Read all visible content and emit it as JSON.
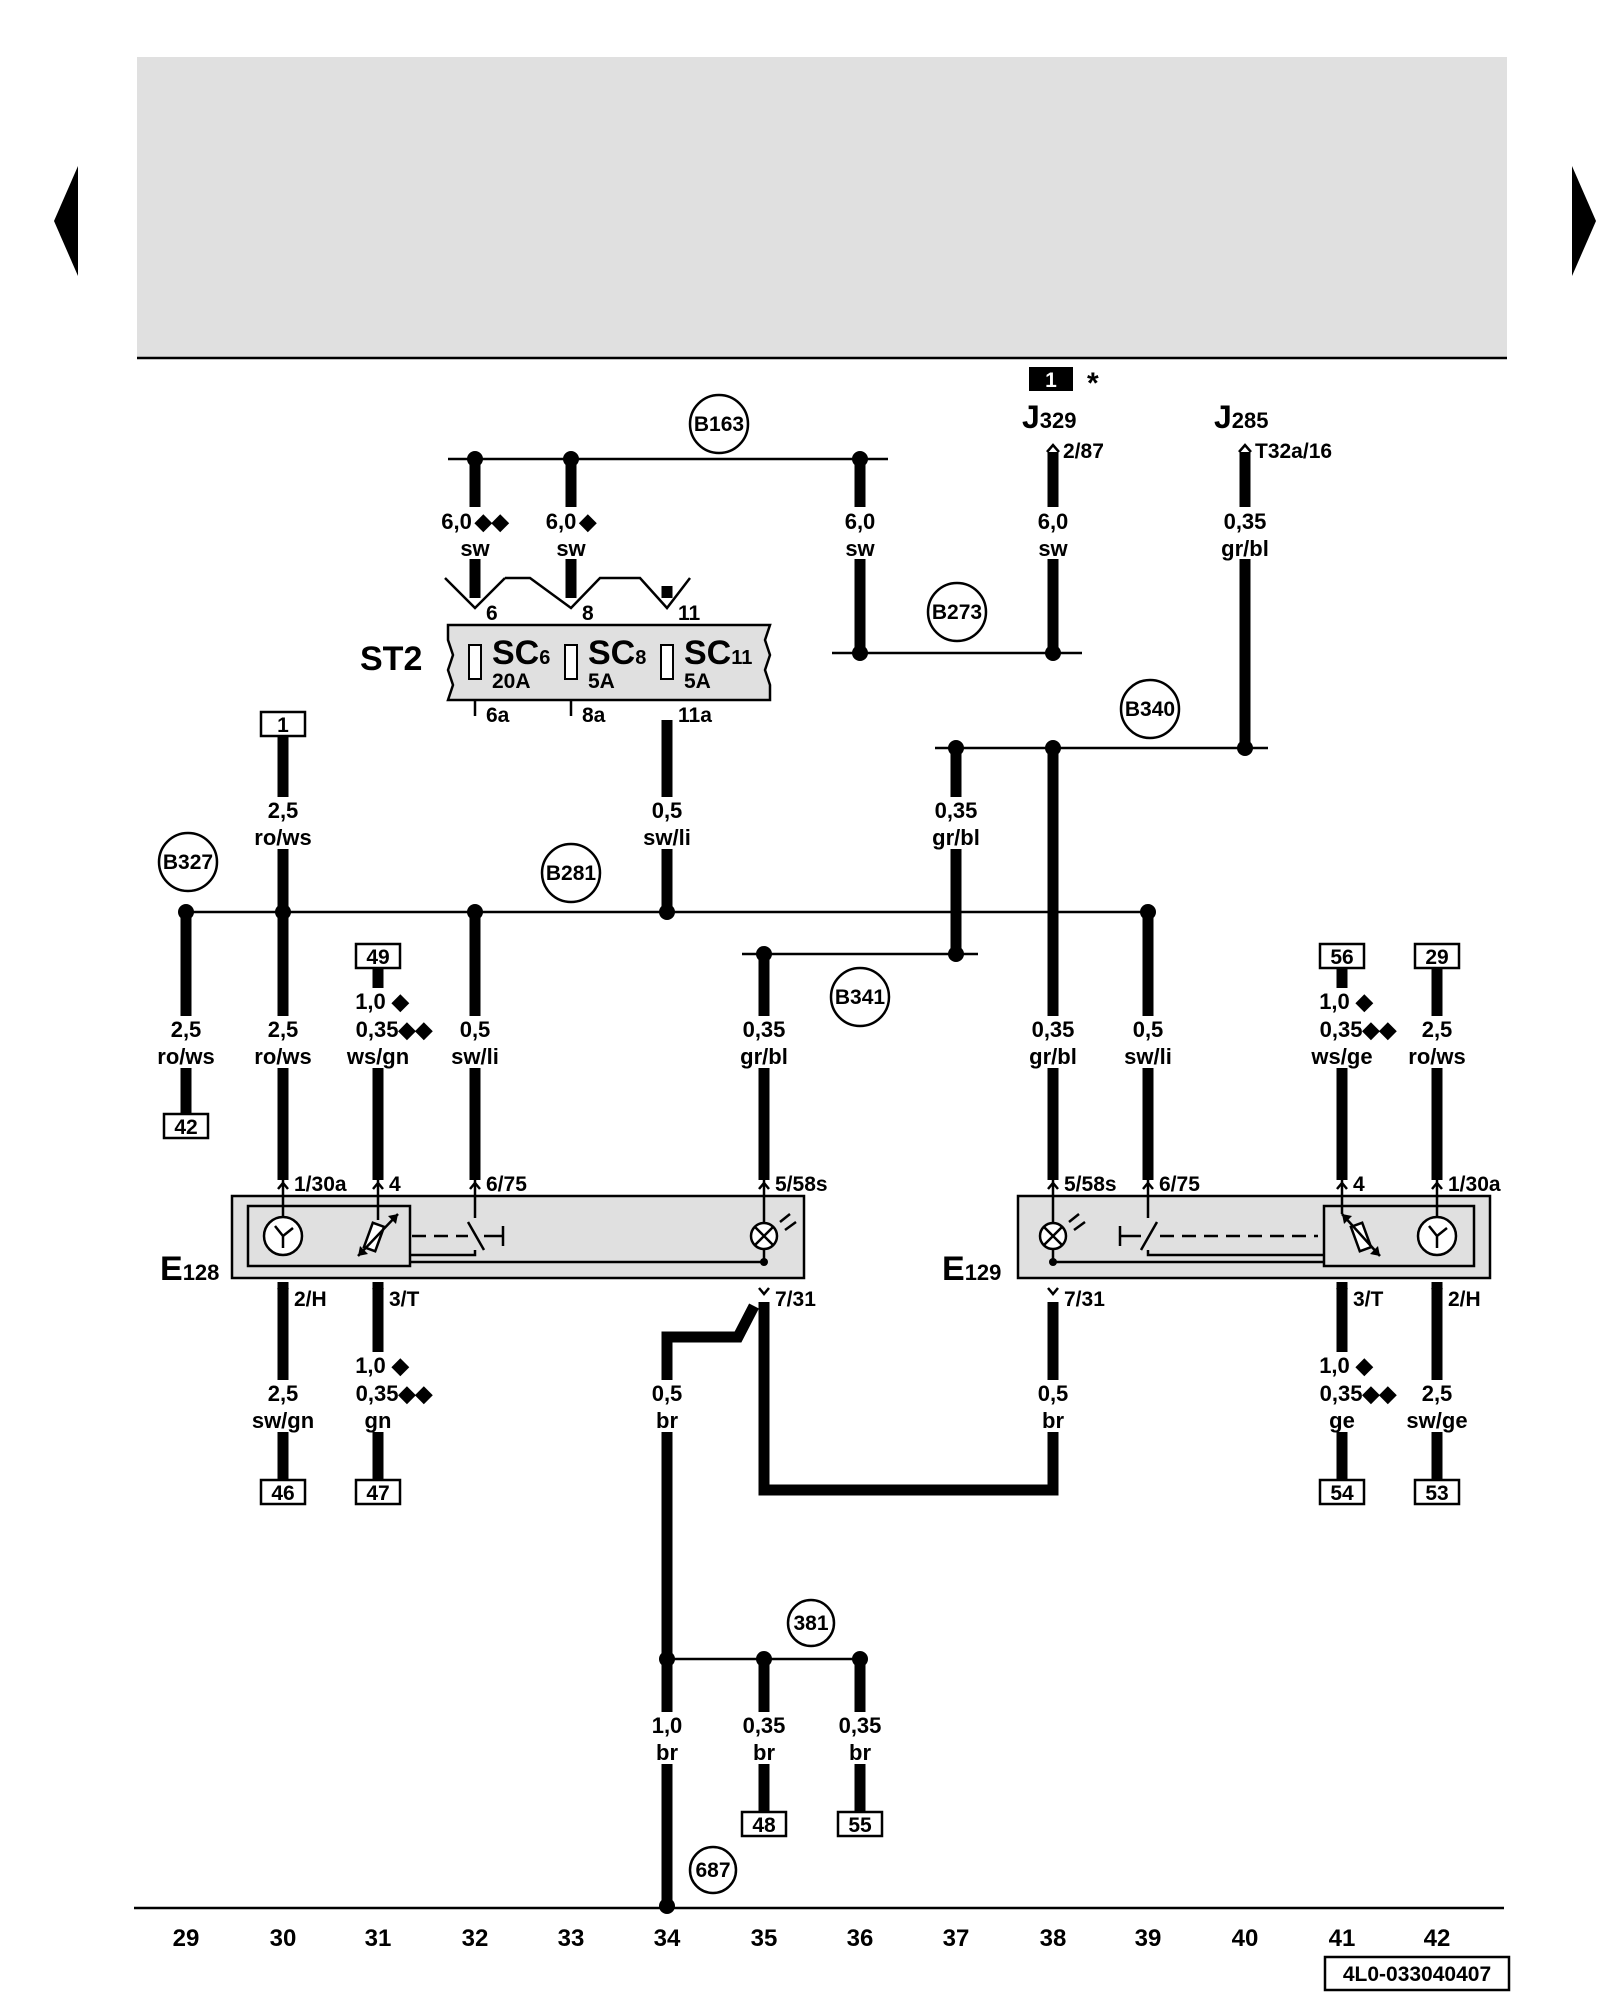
{
  "nav": {
    "prev_icon": "triangle-left-icon",
    "next_icon": "triangle-right-icon"
  },
  "header_note": {
    "number": "1",
    "star": "*"
  },
  "relays": {
    "j329": {
      "main": "J",
      "sub": "329",
      "pin": "2/87"
    },
    "j285": {
      "main": "J",
      "sub": "285",
      "pin": "T32a/16"
    }
  },
  "junctions": {
    "b163": "B163",
    "b273": "B273",
    "b340": "B340",
    "b281": "B281",
    "b327": "B327",
    "b341": "B341",
    "j381": "381",
    "j687": "687"
  },
  "fuse_box": {
    "name": "ST2",
    "fuses": [
      {
        "name": "SC",
        "index": "6",
        "amps": "20A",
        "top_pin": "6",
        "bottom_pin": "6a"
      },
      {
        "name": "SC",
        "index": "8",
        "amps": "5A",
        "top_pin": "8",
        "bottom_pin": "8a"
      },
      {
        "name": "SC",
        "index": "11",
        "amps": "5A",
        "top_pin": "11",
        "bottom_pin": "11a"
      }
    ]
  },
  "wires": {
    "w1": {
      "size": "6,0",
      "color": "sw",
      "mark": "◆◆"
    },
    "w2": {
      "size": "6,0",
      "color": "sw",
      "mark": "◆"
    },
    "w3": {
      "size": "6,0",
      "color": "sw"
    },
    "w4": {
      "size": "6,0",
      "color": "sw"
    },
    "w5": {
      "size": "0,35",
      "color": "gr/bl"
    },
    "w6": {
      "size": "2,5",
      "color": "ro/ws"
    },
    "w7": {
      "size": "0,5",
      "color": "sw/li"
    },
    "w8": {
      "size": "0,35",
      "color": "gr/bl"
    },
    "w9": {
      "size": "2,5",
      "color": "ro/ws"
    },
    "w10": {
      "size": "2,5",
      "color": "ro/ws"
    },
    "w11": {
      "size_a": "1,0 ◆",
      "size_b": "0,35◆◆",
      "color": "ws/gn"
    },
    "w12": {
      "size": "0,5",
      "color": "sw/li"
    },
    "w13": {
      "size": "0,35",
      "color": "gr/bl"
    },
    "w14": {
      "size": "0,35",
      "color": "gr/bl"
    },
    "w15": {
      "size": "0,5",
      "color": "sw/li"
    },
    "w16": {
      "size_a": "1,0 ◆",
      "size_b": "0,35◆◆",
      "color": "ws/ge"
    },
    "w17": {
      "size": "2,5",
      "color": "ro/ws"
    },
    "w18": {
      "size": "2,5",
      "color": "sw/gn"
    },
    "w19": {
      "size_a": "1,0 ◆",
      "size_b": "0,35◆◆",
      "color": "gn"
    },
    "w20": {
      "size": "0,5",
      "color": "br"
    },
    "w21": {
      "size": "0,5",
      "color": "br"
    },
    "w22": {
      "size_a": "1,0 ◆",
      "size_b": "0,35◆◆",
      "color": "ge"
    },
    "w23": {
      "size": "2,5",
      "color": "sw/ge"
    },
    "w24": {
      "size": "1,0",
      "color": "br"
    },
    "w25": {
      "size": "0,35",
      "color": "br"
    },
    "w26": {
      "size": "0,35",
      "color": "br"
    }
  },
  "refs": {
    "r1": "1",
    "r42": "42",
    "r49": "49",
    "r56": "56",
    "r29": "29",
    "r46": "46",
    "r47": "47",
    "r54": "54",
    "r53": "53",
    "r48": "48",
    "r55": "55"
  },
  "components": {
    "e128": {
      "main": "E",
      "sub": "128",
      "pins": {
        "p1": "1/30a",
        "p4": "4",
        "p6": "6/75",
        "p5": "5/58s",
        "p2": "2/H",
        "p3": "3/T",
        "p7": "7/31"
      }
    },
    "e129": {
      "main": "E",
      "sub": "129",
      "pins": {
        "p5": "5/58s",
        "p6": "6/75",
        "p4": "4",
        "p1": "1/30a",
        "p7": "7/31",
        "p3": "3/T",
        "p2": "2/H"
      }
    }
  },
  "columns": [
    "29",
    "30",
    "31",
    "32",
    "33",
    "34",
    "35",
    "36",
    "37",
    "38",
    "39",
    "40",
    "41",
    "42"
  ],
  "doc_code": "4L0-033040407"
}
